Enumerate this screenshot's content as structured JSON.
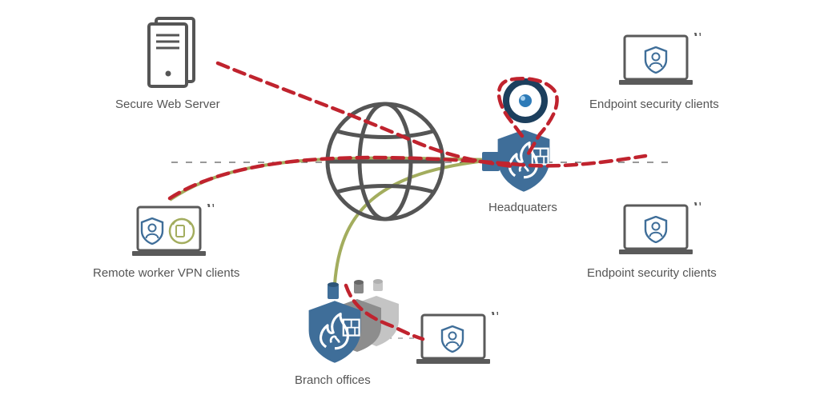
{
  "nodes": {
    "web_server": {
      "label": "Secure Web Server",
      "icon": "server-icon"
    },
    "endpoint_top": {
      "label": "Endpoint security clients",
      "icon": "laptop-shield-icon"
    },
    "headquarters": {
      "label": "Headquaters",
      "icon": "firewall-shield-icon"
    },
    "endpoint_right": {
      "label": "Endpoint security clients",
      "icon": "laptop-shield-icon"
    },
    "remote_vpn": {
      "label": "Remote worker VPN clients",
      "icon": "laptop-vpn-icon"
    },
    "branch": {
      "label": "Branch offices",
      "icon": "branch-firewall-icon"
    },
    "internet": {
      "icon": "globe-icon"
    },
    "hq_endpoint": {
      "icon": "ring-endpoint-icon"
    },
    "branch_laptop": {
      "icon": "laptop-shield-icon"
    }
  },
  "colors": {
    "threat_path": "#c0232e",
    "vpn_tunnel": "#a3ad5e",
    "shield_blue": "#3f6e99",
    "device_gray": "#5a5a5a",
    "label_gray": "#555555"
  }
}
